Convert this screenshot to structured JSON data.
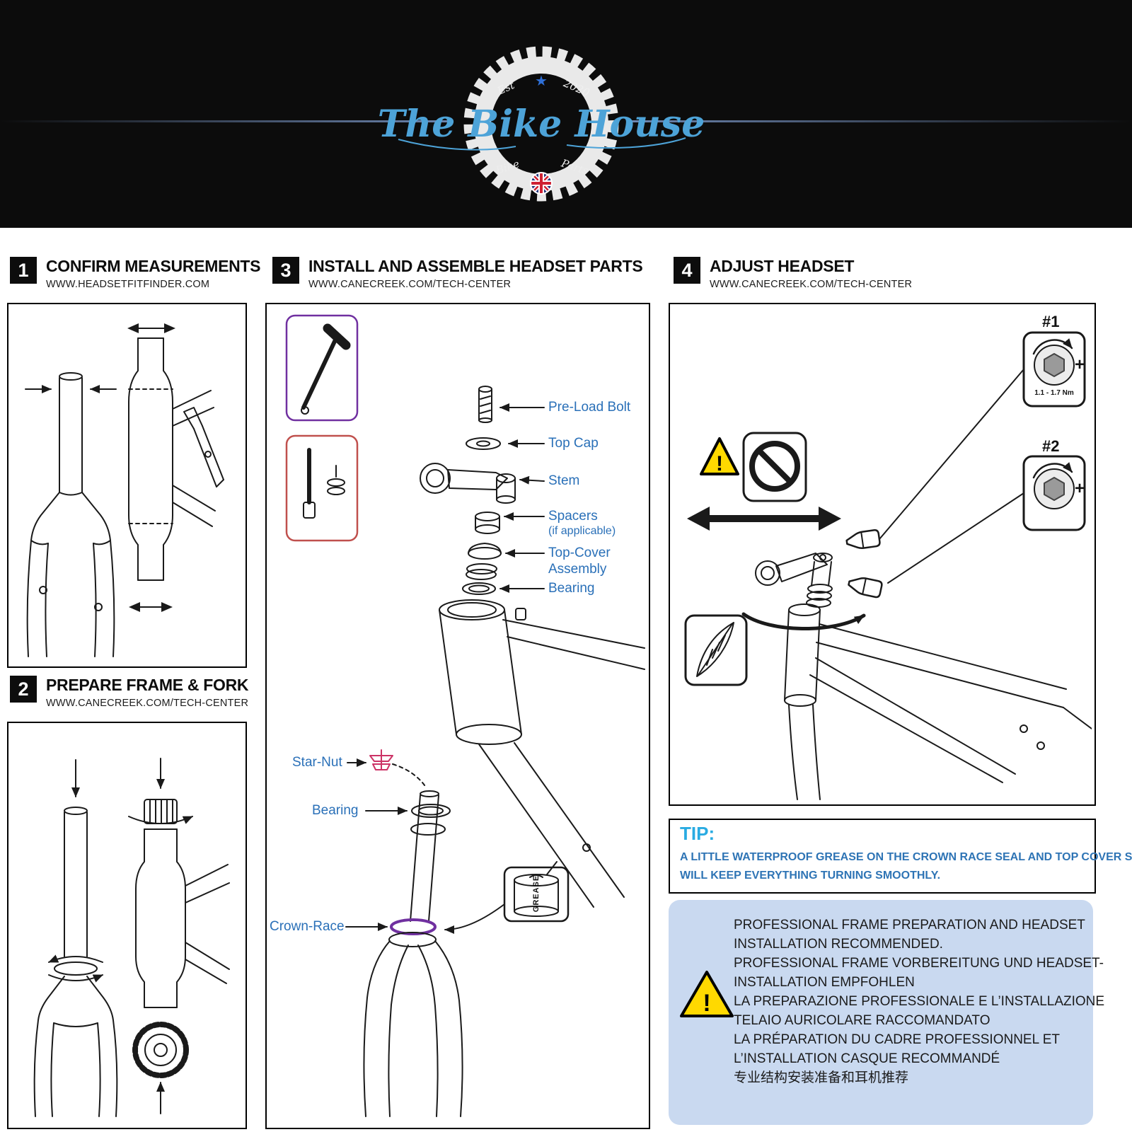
{
  "header": {
    "brand": "The Bike House",
    "est_label": "Est",
    "year_label": "2020",
    "bike_label": "Bike",
    "parts_label": "Parts",
    "accent_color": "#4da3d8"
  },
  "steps": [
    {
      "number": "1",
      "title": "CONFIRM MEASUREMENTS",
      "url": "WWW.HEADSETFITFINDER.COM"
    },
    {
      "number": "2",
      "title": "PREPARE FRAME & FORK",
      "url": "WWW.CANECREEK.COM/TECH-CENTER"
    },
    {
      "number": "3",
      "title": "INSTALL AND ASSEMBLE HEADSET PARTS",
      "url": "WWW.CANECREEK.COM/TECH-CENTER"
    },
    {
      "number": "4",
      "title": "ADJUST HEADSET",
      "url": "WWW.CANECREEK.COM/TECH-CENTER"
    }
  ],
  "diagram3": {
    "preload_bolt": "Pre-Load Bolt",
    "top_cap": "Top Cap",
    "stem": "Stem",
    "spacers": "Spacers",
    "spacers_note": "(if applicable)",
    "top_cover_line1": "Top-Cover",
    "top_cover_line2": "Assembly",
    "bearing_upper": "Bearing",
    "star_nut": "Star-Nut",
    "bearing_lower": "Bearing",
    "crown_race": "Crown-Race",
    "grease_can": "GREASE"
  },
  "diagram4": {
    "tool1_label": "#1",
    "tool2_label": "#2",
    "torque_range": "1.1 - 1.7 Nm"
  },
  "tip": {
    "heading": "TIP:",
    "line1": "A LITTLE WATERPROOF GREASE ON THE CROWN RACE SEAL AND TOP COVER SEAL",
    "line2": "WILL KEEP EVERYTHING TURNING SMOOTHLY."
  },
  "warning_box": {
    "lines": [
      "PROFESSIONAL FRAME PREPARATION AND HEADSET",
      "INSTALLATION RECOMMENDED.",
      "PROFESSIONAL FRAME VORBEREITUNG UND HEADSET-",
      "INSTALLATION EMPFOHLEN",
      "LA PREPARAZIONE PROFESSIONALE E L’INSTALLAZIONE",
      "TELAIO AURICOLARE RACCOMANDATO",
      "LA PRÉPARATION DU CADRE PROFESSIONNEL ET",
      "L’INSTALLATION CASQUE RECOMMANDÉ",
      "专业结构安装准备和耳机推荐"
    ]
  },
  "icons": {
    "star_glyph": "★",
    "exclamation_mark": "!",
    "plus_symbol": "+"
  },
  "colors": {
    "accent_blue": "#2a70b8",
    "tip_cyan": "#29abe2",
    "warning_bg": "#c9d9f0",
    "warning_yellow": "#ffd900",
    "star_nut_pink": "#cc3366",
    "crown_race_purple": "#7030a0",
    "tool_box_purple": "#7030a0",
    "tool_box_red": "#c0504d"
  }
}
